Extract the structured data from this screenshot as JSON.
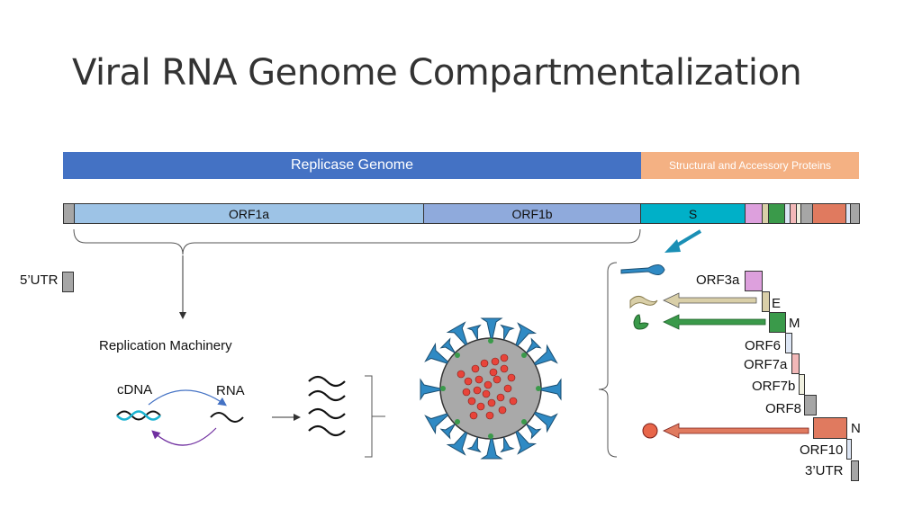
{
  "title": "Viral RNA Genome Compartmentalization",
  "top_bars": {
    "replicase_label": "Replicase Genome",
    "structural_label": "Structural and Accessory Proteins"
  },
  "genome": {
    "orf1a": "ORF1a",
    "orf1b": "ORF1b",
    "s": "S"
  },
  "colors": {
    "replicase": "#4472c4",
    "structural": "#f4b183",
    "orf1a": "#9dc3e6",
    "orf1b": "#8faadc",
    "s": "#00b0c8",
    "orf3a": "#dda0dd",
    "e": "#d9cfa8",
    "m": "#3a9a4a",
    "orf6": "#dde6f5",
    "orf7a": "#f2b8b8",
    "orf7b": "#f0f0e0",
    "orf8": "#a6a6a6",
    "n": "#e07a5f",
    "utr": "#a6a6a6"
  },
  "labels": {
    "utr5": "5’UTR",
    "replication_machinery": "Replication Machinery",
    "cdna": "cDNA",
    "rna": "RNA",
    "orf3a": "ORF3a",
    "e": "E",
    "m": "M",
    "orf6": "ORF6",
    "orf7a": "ORF7a",
    "orf7b": "ORF7b",
    "orf8": "ORF8",
    "n": "N",
    "orf10": "ORF10",
    "utr3": "3’UTR"
  }
}
